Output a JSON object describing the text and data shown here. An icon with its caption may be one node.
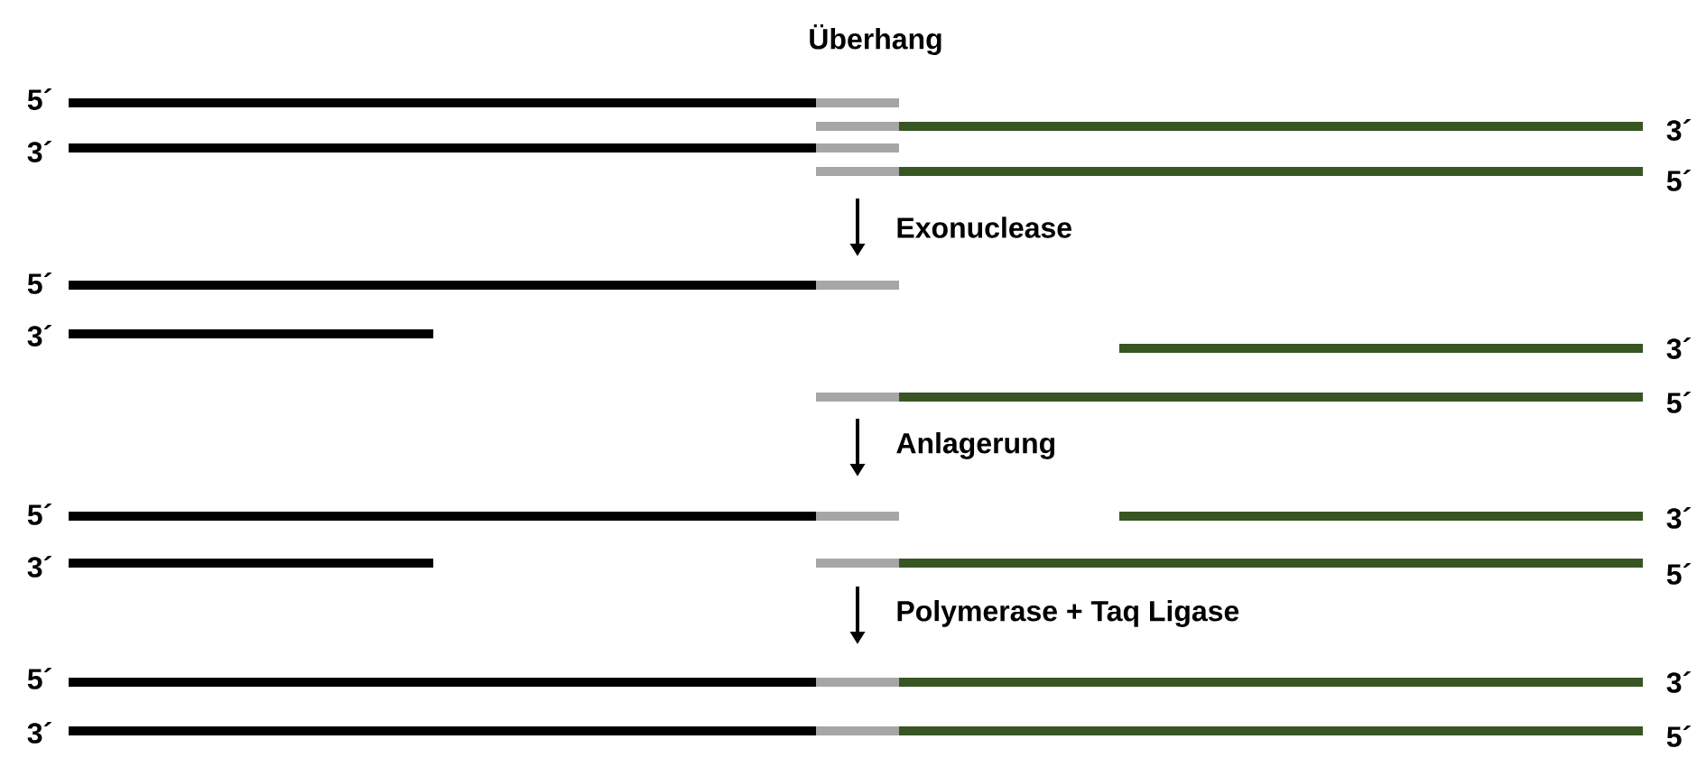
{
  "diagram": {
    "labels": [
      "Überhang",
      "5´",
      "3´",
      "3´",
      "5´",
      "Exonuclease",
      "5´",
      "3´",
      "3´",
      "5´",
      "Anlagerung",
      "5´",
      "3´",
      "3´",
      "5´",
      "Polymerase + Taq Ligase",
      "5´",
      "3´",
      "3´",
      "5´"
    ]
  }
}
